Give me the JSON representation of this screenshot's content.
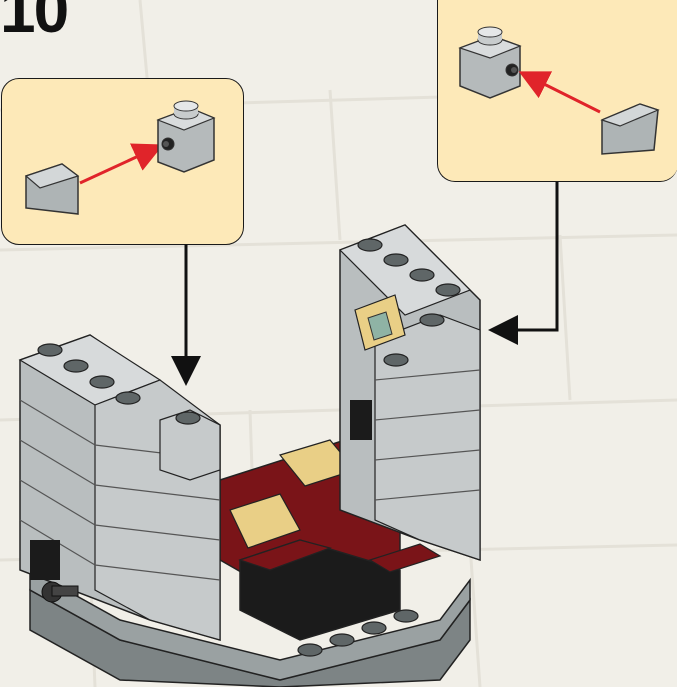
{
  "step": {
    "number": "10"
  },
  "colors": {
    "background": "#f1efe8",
    "callout_fill": "#fde9b8",
    "brick_gray": "#b9bebf",
    "brick_dark_red": "#7a1418",
    "brick_tan": "#e9cf86",
    "brick_black": "#1b1b1b",
    "arrow_red": "#e0242a",
    "arrow_black": "#111111"
  },
  "callouts": [
    {
      "id": "left",
      "parts": [
        "slope-brick",
        "brick-1x1-with-stud-hole"
      ]
    },
    {
      "id": "right",
      "parts": [
        "brick-1x1-with-stud-hole",
        "slope-brick"
      ]
    }
  ]
}
